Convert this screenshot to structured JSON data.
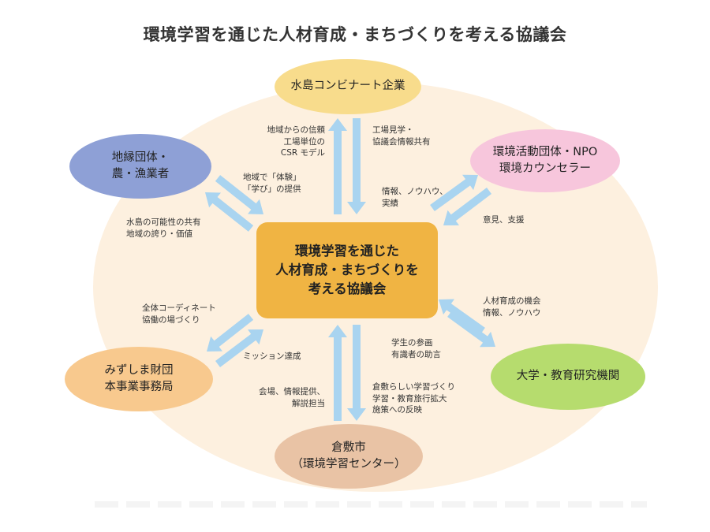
{
  "title": "環境学習を通じた人材育成・まちづくりを考える協議会",
  "center": {
    "lines": [
      "環境学習を通じた",
      "人材育成・まちづくりを",
      "考える協議会"
    ]
  },
  "nodes": {
    "top": {
      "lines": [
        "水島コンビナート企業"
      ]
    },
    "left_top": {
      "lines": [
        "地縁団体・",
        "農・漁業者"
      ]
    },
    "right_top": {
      "lines": [
        "環境活動団体・NPO",
        "環境カウンセラー"
      ]
    },
    "left_bottom": {
      "lines": [
        "みずしま財団",
        "本事業事務局"
      ]
    },
    "right_bottom": {
      "lines": [
        "大学・教育研究機関"
      ]
    },
    "bottom": {
      "lines": [
        "倉敷市",
        "（環境学習センター）"
      ]
    }
  },
  "labels": {
    "top_left": [
      "地域からの信頼",
      "工場単位の",
      "CSR モデル"
    ],
    "top_right": [
      "工場見学・",
      "協議会情報共有"
    ],
    "lt_upper": [
      "地域で「体験」",
      "「学び」の提供"
    ],
    "lt_lower": [
      "水島の可能性の共有",
      "地域の誇り・価値"
    ],
    "rt_upper": [
      "情報、ノウハウ、",
      "実績"
    ],
    "rt_lower": [
      "意見、支援"
    ],
    "lb_upper": [
      "全体コーディネート",
      "協働の場づくり"
    ],
    "lb_lower": [
      "ミッション達成"
    ],
    "rb_upper": [
      "人材育成の機会",
      "情報、ノウハウ"
    ],
    "rb_lower": [
      "学生の参画",
      "有識者の助言"
    ],
    "bottom_left": [
      "会場、情報提供、",
      "解説担当"
    ],
    "bottom_right": [
      "倉敷らしい学習づくり",
      "学習・教育旅行拡大",
      "施策への反映"
    ]
  },
  "colors": {
    "background_circle": "#fdf0df",
    "center": "#f0b443",
    "top": "#f8dc8c",
    "left_top": "#8ea0d6",
    "right_top": "#f7c6dc",
    "left_bottom": "#f8c98e",
    "right_bottom": "#b6dc6e",
    "bottom": "#e9c3a5",
    "arrow": "#a9d4f0"
  }
}
